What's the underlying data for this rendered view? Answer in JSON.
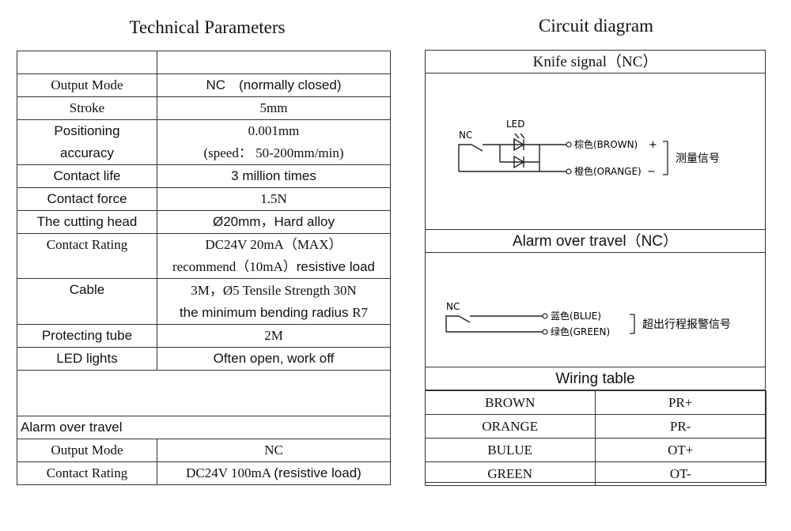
{
  "left_title": "Technical Parameters",
  "right_title": "Circuit diagram",
  "params": {
    "output_mode": {
      "label": "Output Mode",
      "value": "NC　(normally closed)"
    },
    "stroke": {
      "label": "Stroke",
      "value": "5mm"
    },
    "positioning": {
      "label_1": "Positioning",
      "label_2": "accuracy",
      "value_1": "0.001mm",
      "value_2": "(speed： 50-200mm/min)"
    },
    "contact_life": {
      "label": "Contact life",
      "value": "3 million times"
    },
    "contact_force": {
      "label": "Contact force",
      "value": "1.5N"
    },
    "cutting_head": {
      "label": "The cutting head",
      "value": "Ø20mm，Hard alloy"
    },
    "contact_rating": {
      "label": "Contact Rating",
      "value_1": "DC24V  20mA（MAX）",
      "value_2a": "recommend（10mA）",
      "value_2b": "resistive load"
    },
    "cable": {
      "label": "Cable",
      "value_1": "3M，Ø5 Tensile Strength 30N",
      "value_2a": "the minimum bending radius ",
      "value_2b": "R7"
    },
    "protecting_tube": {
      "label": "Protecting tube",
      "value": "2M"
    },
    "led_lights": {
      "label": "LED lights",
      "value": "Often open, work off"
    }
  },
  "alarm": {
    "heading": "Alarm over travel",
    "output_mode": {
      "label": "Output Mode",
      "value": "NC"
    },
    "contact_rating": {
      "label": "Contact Rating",
      "value_a": "DC24V 100mA ",
      "value_b": "(resistive load)"
    }
  },
  "circuit": {
    "knife_heading": "Knife signal（NC）",
    "knife_diagram": {
      "nc": "NC",
      "led": "LED",
      "brown": "棕色(BROWN)",
      "plus": "+",
      "orange": "橙色(ORANGE)",
      "minus": "−",
      "signal": "测量信号"
    },
    "alarm_heading": "Alarm over travel（NC）",
    "alarm_diagram": {
      "nc": "NC",
      "blue": "蓝色(BLUE)",
      "green": "绿色(GREEN)",
      "signal": "超出行程报警信号"
    },
    "wiring_heading": "Wiring table",
    "wiring": [
      {
        "color": "BROWN",
        "signal": "PR+"
      },
      {
        "color": "ORANGE",
        "signal": "PR-"
      },
      {
        "color": "BULUE",
        "signal": "OT+"
      },
      {
        "color": "GREEN",
        "signal": "OT-"
      }
    ]
  }
}
